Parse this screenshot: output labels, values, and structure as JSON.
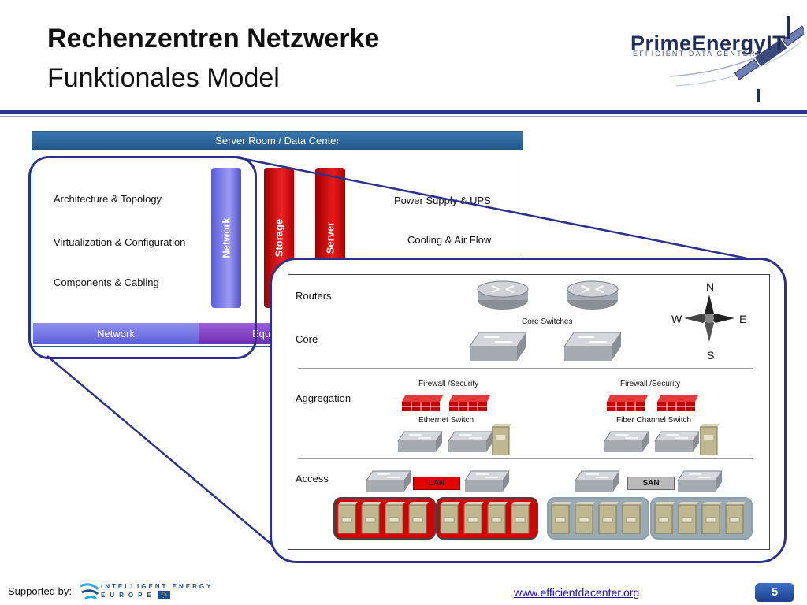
{
  "slide": {
    "title_line1": "Rechenzentren Netzwerke",
    "title_line2": "Funktionales Model",
    "page_number": "5"
  },
  "logo": {
    "name": "PrimeEnergyIT",
    "tagline": "EFFICIENT DATA CENTERS"
  },
  "datacenter": {
    "header": "Server Room / Data Center",
    "left_items": [
      "Architecture & Topology",
      "Virtualization & Configuration",
      "Components & Cabling"
    ],
    "right_items": [
      "Power Supply & UPS",
      "Cooling & Air Flow"
    ],
    "pillars": [
      "Network",
      "Storage",
      "Server"
    ],
    "bottom_bars": [
      "Network",
      "Equip"
    ]
  },
  "topology": {
    "layers": [
      "Routers",
      "Core",
      "Aggregation",
      "Access"
    ],
    "core_switches_label": "Core Switches",
    "firewall_label": "Firewall /Security",
    "ethernet_switch_label": "Ethernet Switch",
    "fiber_switch_label": "Fiber Channel Switch",
    "lan_label": "LAN",
    "san_label": "SAN",
    "compass": {
      "n": "N",
      "s": "S",
      "e": "E",
      "w": "W"
    }
  },
  "footer": {
    "supported_by": "Supported by:",
    "iee_line1": "INTELLIGENT ENERGY",
    "iee_line2": "EUROPE",
    "url": "www.efficientdacenter.org"
  },
  "colors": {
    "brand_blue": "#283593",
    "network_pillar": "#7b7bea",
    "storage_pillar": "#d90000",
    "server_pillar": "#c80000"
  }
}
